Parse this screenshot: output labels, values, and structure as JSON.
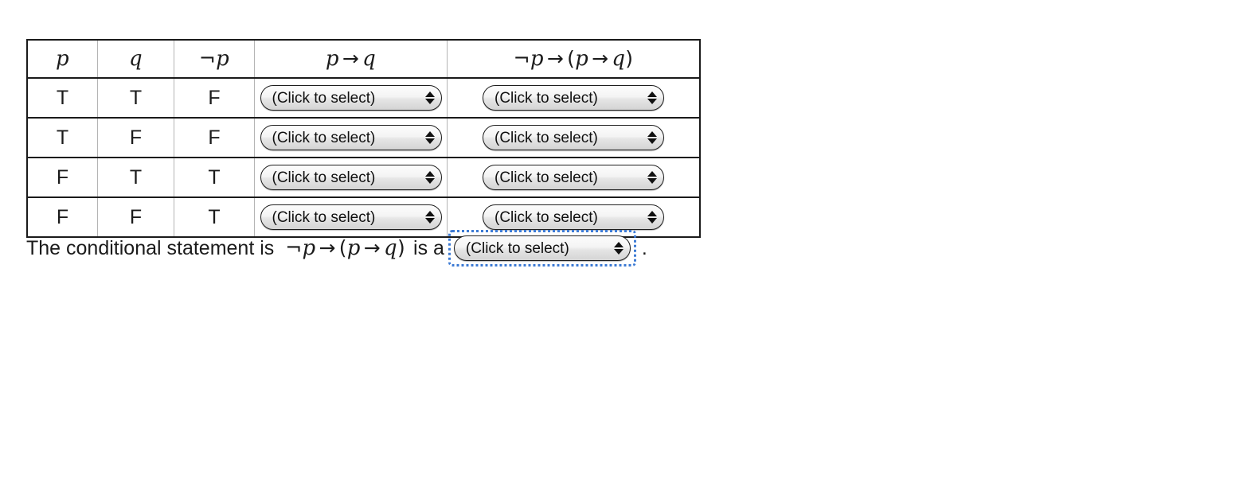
{
  "table": {
    "headers": [
      {
        "id": "p",
        "parts": [
          {
            "t": "var",
            "v": "p"
          }
        ]
      },
      {
        "id": "q",
        "parts": [
          {
            "t": "var",
            "v": "q"
          }
        ]
      },
      {
        "id": "np",
        "parts": [
          {
            "t": "neg",
            "v": "¬"
          },
          {
            "t": "var",
            "v": "p"
          }
        ]
      },
      {
        "id": "p-implies-q",
        "parts": [
          {
            "t": "var",
            "v": "p"
          },
          {
            "t": "arrow",
            "v": "→"
          },
          {
            "t": "var",
            "v": "q"
          }
        ]
      },
      {
        "id": "np-implies-p-implies-q",
        "parts": [
          {
            "t": "neg",
            "v": "¬"
          },
          {
            "t": "var",
            "v": "p"
          },
          {
            "t": "arrow",
            "v": "→"
          },
          {
            "t": "paren",
            "v": "("
          },
          {
            "t": "var",
            "v": "p"
          },
          {
            "t": "arrow",
            "v": "→"
          },
          {
            "t": "var",
            "v": "q"
          },
          {
            "t": "paren",
            "v": ")"
          }
        ]
      }
    ],
    "header_labels": [
      "p",
      "q",
      "¬p",
      "p → q",
      "¬p → (p → q)"
    ],
    "rows": [
      {
        "p": "T",
        "q": "T",
        "np": "F",
        "c1": "(Click to select)",
        "c2": "(Click to select)"
      },
      {
        "p": "T",
        "q": "F",
        "np": "F",
        "c1": "(Click to select)",
        "c2": "(Click to select)"
      },
      {
        "p": "F",
        "q": "T",
        "np": "T",
        "c1": "(Click to select)",
        "c2": "(Click to select)"
      },
      {
        "p": "F",
        "q": "F",
        "np": "T",
        "c1": "(Click to select)",
        "c2": "(Click to select)"
      }
    ]
  },
  "statement": {
    "text_before": "The conditional statement is",
    "formula_labels": [
      "¬",
      "p",
      "→",
      "(",
      "p",
      "→",
      "q",
      ")"
    ],
    "formula_text": "¬p → (p → q)",
    "text_middle": "is a",
    "select_value": "(Click to select)",
    "period": "."
  },
  "icons": {
    "stepper": "stepper-up-down-icon"
  },
  "colors": {
    "focus_outline": "#3c7ad4",
    "table_border": "#1a1a1a",
    "table_divider": "#b4b4b4",
    "text": "#1b1b1b",
    "background": "#ffffff"
  }
}
